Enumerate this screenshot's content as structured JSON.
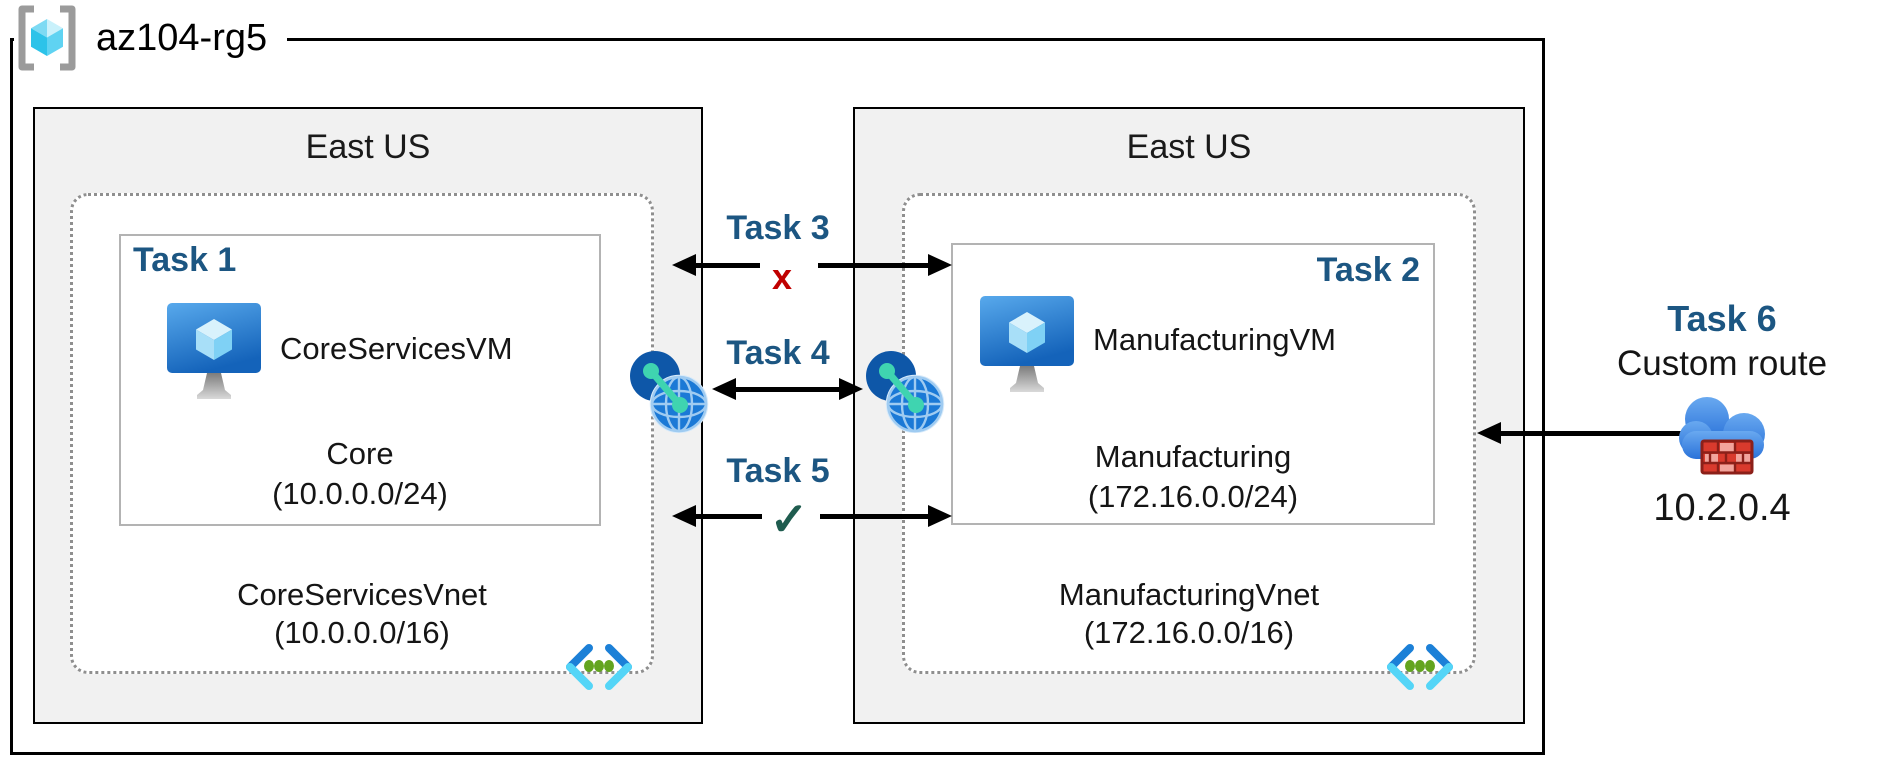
{
  "resource_group": {
    "name": "az104-rg5"
  },
  "left_region": {
    "title": "East US",
    "subnet_task": "Task 1",
    "vm_name": "CoreServicesVM",
    "subnet_name": "Core",
    "subnet_cidr": "(10.0.0.0/24)",
    "vnet_name": "CoreServicesVnet",
    "vnet_cidr": "(10.0.0.0/16)"
  },
  "right_region": {
    "title": "East US",
    "subnet_task": "Task 2",
    "vm_name": "ManufacturingVM",
    "subnet_name": "Manufacturing",
    "subnet_cidr": "(172.16.0.0/24)",
    "vnet_name": "ManufacturingVnet",
    "vnet_cidr": "(172.16.0.0/16)"
  },
  "connections": {
    "task3_label": "Task 3",
    "task3_status": "x",
    "task4_label": "Task 4",
    "task5_label": "Task 5",
    "task5_status": "✓"
  },
  "custom_route": {
    "task_label": "Task 6",
    "title": "Custom route",
    "ip": "10.2.0.4"
  },
  "icons": {
    "resource_group": "resource-group-brackets-cube-icon",
    "vm": "virtual-machine-monitor-icon",
    "vnet": "virtual-network-chevrons-icon",
    "peering": "network-peering-globe-icon",
    "nva": "cloud-firewall-icon"
  },
  "colors": {
    "task_label": "#1c5682",
    "blocked_x": "#c00000",
    "allowed_check": "#1f5c4f",
    "region_fill": "#f1f1f1"
  }
}
